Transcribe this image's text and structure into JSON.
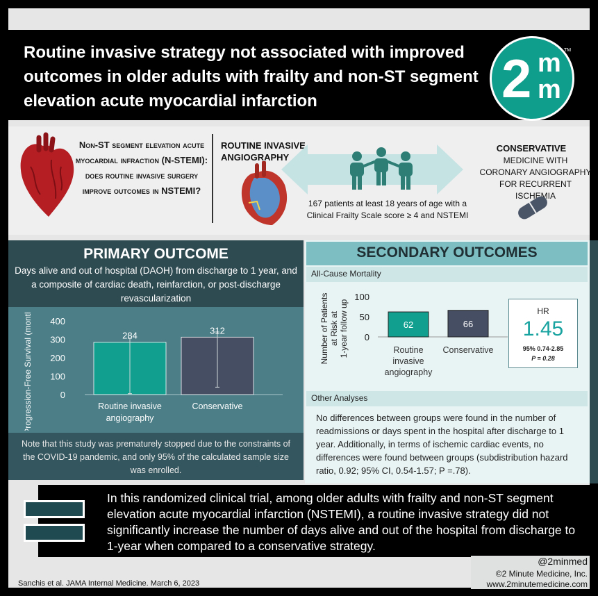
{
  "header": {
    "title": "Routine invasive strategy not associated with improved outcomes in older adults with frailty and non-ST segment elevation acute myocardial infarction",
    "logo": {
      "two": "2",
      "m1": "m",
      "m2": "m",
      "tm": "TM"
    }
  },
  "question": {
    "text": "Non-ST segment elevation acute myocardial infraction (N-STEMI): does routine invasive surgery improve outcomes in NSTEMI?"
  },
  "arms": {
    "invasive_title": "ROUTINE INVASIVE ANGIOGRAPHY",
    "conservative_title": "CONSERVATIVE",
    "conservative_sub": "MEDICINE WITH CORONARY ANGIOGRAPHY FOR RECURRENT ISCHEMIA",
    "patients": "167 patients at least 18 years of age  with a Clinical Frailty Scale score ≥ 4 and NSTEMI"
  },
  "primary": {
    "title": "PRIMARY OUTCOME",
    "description": "Days alive and out of hospital (DAOH) from discharge to 1 year, and a composite of cardiac death, reinfarction, or post-discharge revascularization",
    "note": "Note that this study was prematurely stopped due to the constraints of the COVID-19 pandemic, and only 95% of the calculated sample size was enrolled."
  },
  "secondary": {
    "title": "SECONDARY OUTCOMES",
    "mortality_label": "All-Cause Mortality",
    "hr_label": "HR",
    "hr_value": "1.45",
    "hr_ci": "95% 0.74-2.85",
    "hr_p": "P = 0.28",
    "other_label": "Other Analyses",
    "other_text": "No differences between groups were found in the number of readmissions or days spent in the hospital after discharge to 1 year. Additionally, in terms of ischemic cardiac events, no differences were found between groups (subdistribution hazard ratio, 0.92; 95% CI, 0.54-1.57; P =.78)."
  },
  "conclusion": "In this randomized clinical trial, among older adults with frailty and non-ST segment elevation acute myocardial infarction (NSTEMI), a routine invasive strategy did not significantly increase the number of days alive and out of the hospital from discharge to 1-year when compared to a conservative strategy.",
  "footer": {
    "citation": "Sanchis et al. JAMA Internal Medicine. March 6, 2023",
    "handle": "@2minmed",
    "copyright": "©2 Minute Medicine, Inc.",
    "website": "www.2minutemedicine.com"
  },
  "colors": {
    "teal": "#11a08f",
    "slate": "#464e63",
    "dark_teal": "#2f4b52"
  },
  "chart_data": [
    {
      "type": "bar",
      "title": "",
      "ylabel": "Progression-Free Survival (months)",
      "categories": [
        "Routine invasive angiography",
        "Conservative"
      ],
      "values": [
        284,
        312
      ],
      "error_low": [
        5,
        40
      ],
      "error_high": [
        305,
        340
      ],
      "ylim": [
        0,
        400
      ],
      "yticks": [
        0,
        100,
        200,
        300,
        400
      ],
      "colors": [
        "#11a08f",
        "#464e63"
      ]
    },
    {
      "type": "bar",
      "title": "All-Cause Mortality",
      "ylabel": "Number of Patients at Risk at 1-year follow up",
      "categories": [
        "Routine invasive angiography",
        "Conservative"
      ],
      "values": [
        62,
        66
      ],
      "ylim": [
        0,
        100
      ],
      "yticks": [
        0,
        50,
        100
      ],
      "colors": [
        "#11a08f",
        "#464e63"
      ]
    }
  ]
}
